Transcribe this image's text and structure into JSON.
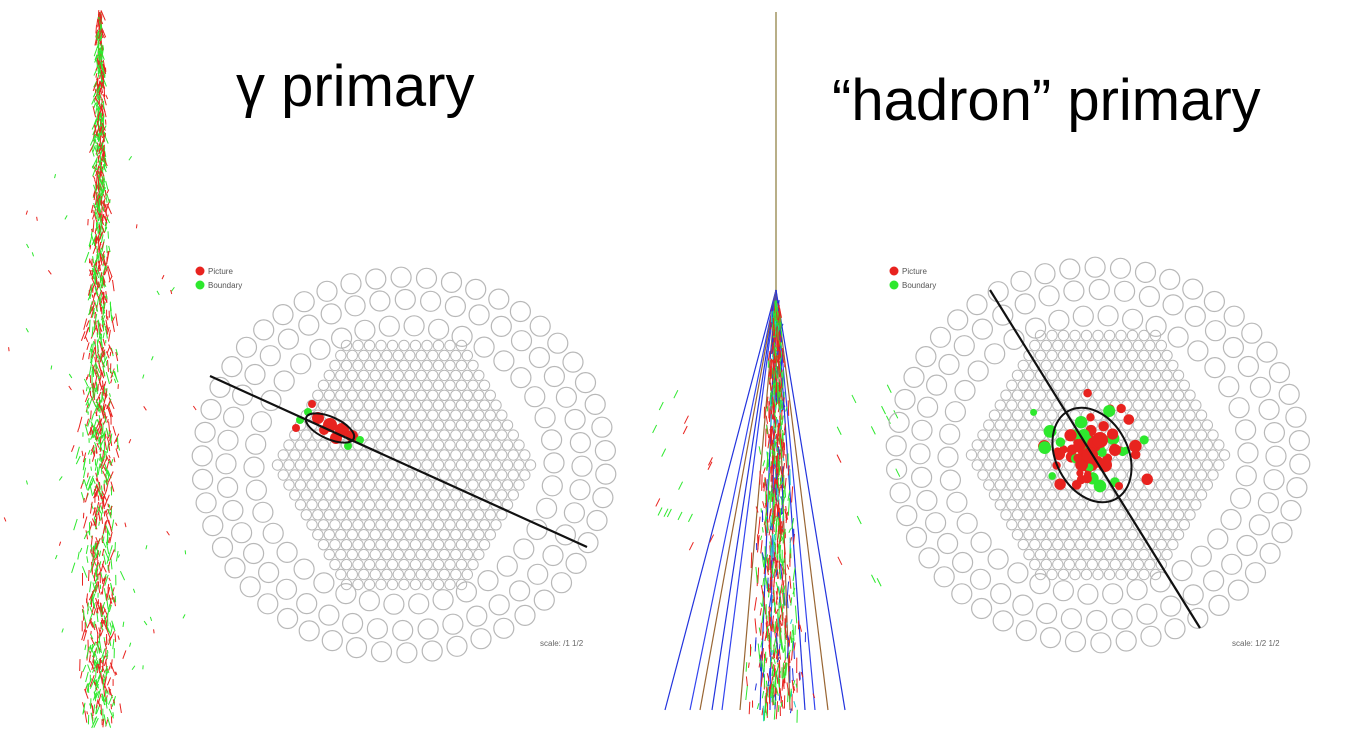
{
  "titles": {
    "gamma": "γ primary",
    "hadron": "“hadron” primary"
  },
  "camera_gamma": {
    "legend": [
      "Picture",
      "Boundary"
    ],
    "scale_label": "scale: /1 1/2"
  },
  "camera_hadron": {
    "legend": [
      "Picture",
      "Boundary"
    ],
    "scale_label": "scale: 1/2 1/2"
  },
  "colors": {
    "picture": "#e8231f",
    "boundary": "#2ee82e",
    "pixel_outline": "#b8b8b8",
    "axis_line": "#111111",
    "shower_blue": "#2233dd",
    "shower_cyan": "#22cccc"
  }
}
